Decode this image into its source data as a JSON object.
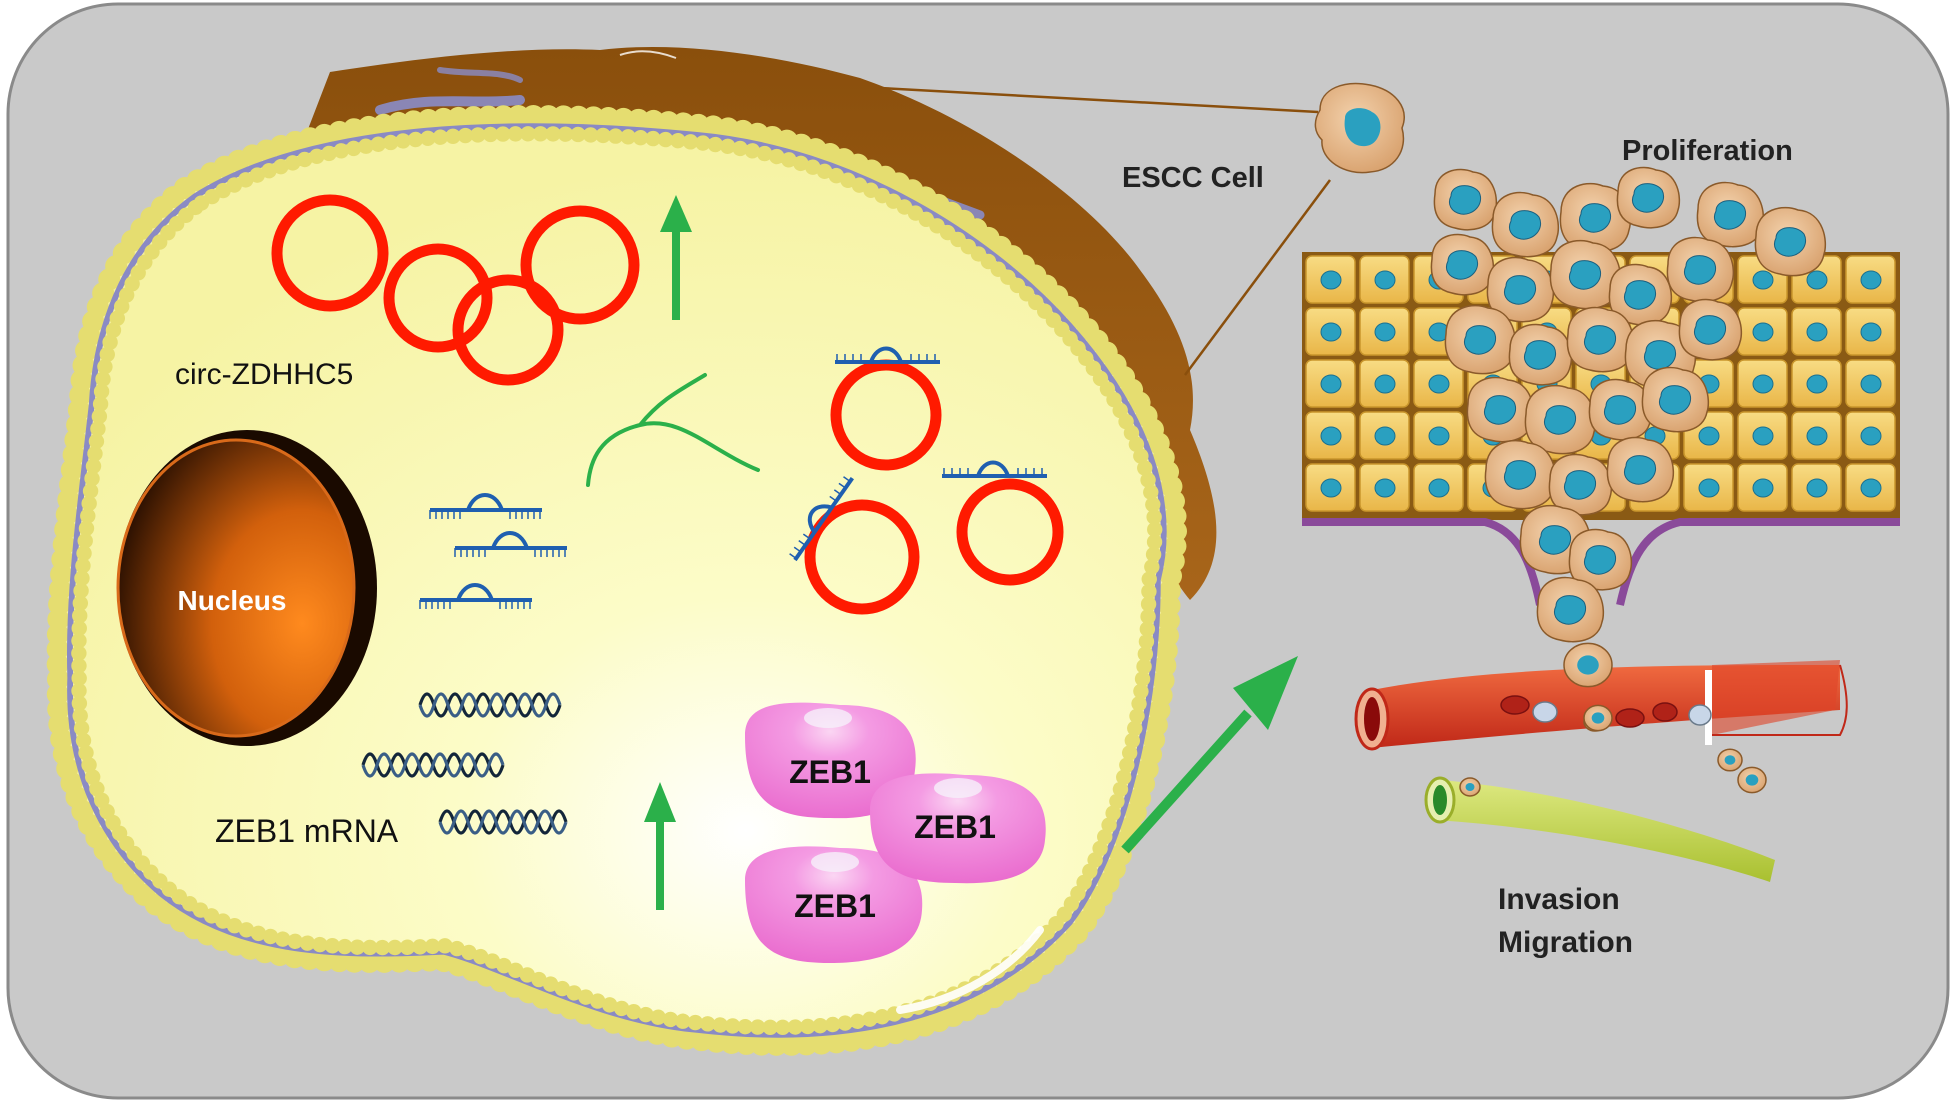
{
  "labels": {
    "circ": "circ-ZDHHC5",
    "nucleus": "Nucleus",
    "zeb1_mrna": "ZEB1 mRNA",
    "zeb1_protein": [
      "ZEB1",
      "ZEB1",
      "ZEB1"
    ],
    "escc_cell": "ESCC Cell",
    "proliferation": "Proliferation",
    "invasion": "Invasion",
    "migration": "Migration"
  },
  "colors": {
    "panel_bg": "#c9c9c9",
    "cytoplasm": "#fafab4",
    "membrane_outer": "#f5f0a0",
    "membrane_inner": "#8a8ac4",
    "cortex_brown": "#9a5a12",
    "circ_rna": "#ff1a00",
    "mirna_blue": "#1f5fb0",
    "up_arrow": "#2bb04a",
    "zeb1_protein": "#f07ad8",
    "tumor_cell": "#e6b88a",
    "tumor_nucleus": "#2aa0c0",
    "epithelial_cell": "#f2c45a",
    "basement_membrane": "#8a4a9a",
    "blood_vessel": "#e0402a",
    "lymph_vessel": "#c8dc50"
  },
  "icons": [
    "up-arrow-icon",
    "mirna-strand-icon",
    "mrna-helix-icon"
  ]
}
